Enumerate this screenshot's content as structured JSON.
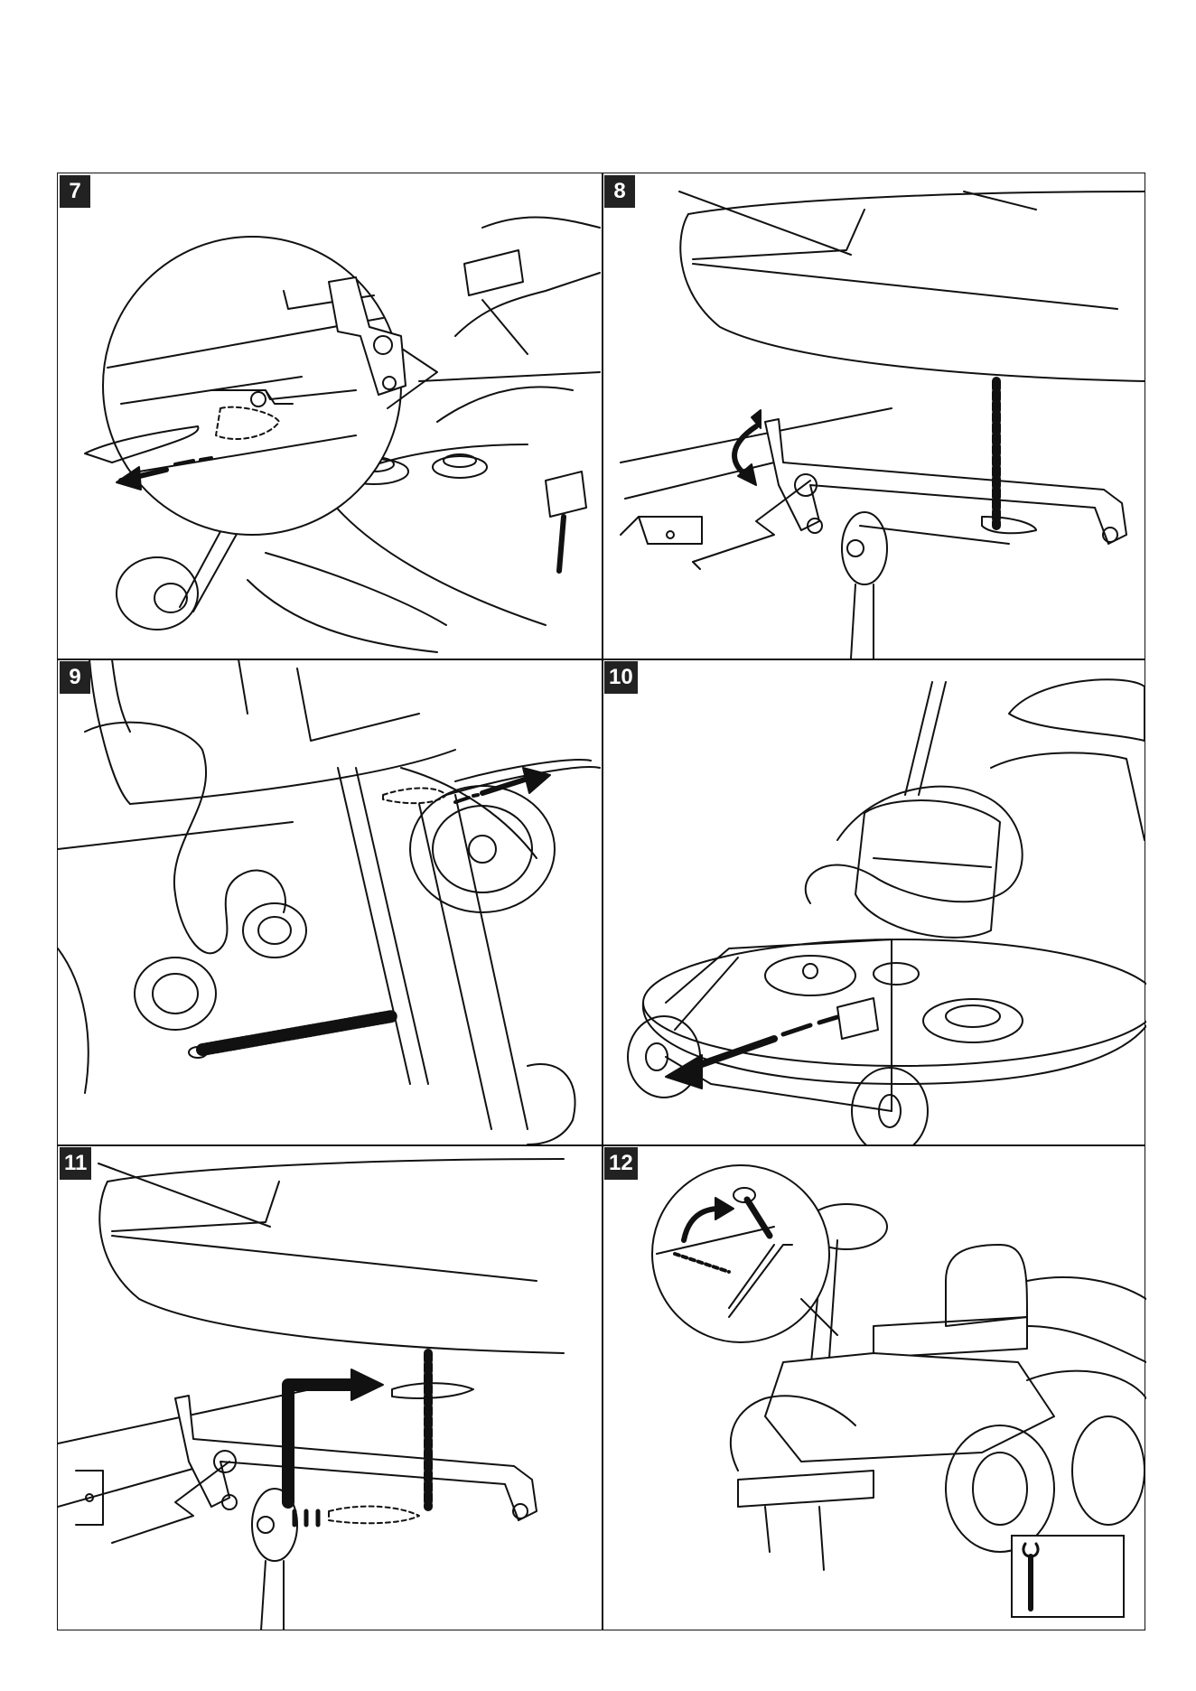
{
  "steps": [
    {
      "number": "7",
      "icon": "hitch-pin-removal-illustration"
    },
    {
      "number": "8",
      "icon": "lift-arm-lowering-illustration"
    },
    {
      "number": "9",
      "icon": "belt-spring-release-illustration"
    },
    {
      "number": "10",
      "icon": "deck-pull-forward-illustration"
    },
    {
      "number": "11",
      "icon": "chain-pin-removal-illustration"
    },
    {
      "number": "12",
      "icon": "cutting-height-lever-illustration"
    }
  ],
  "colors": {
    "line": "#111111",
    "fill": "#ffffff",
    "label_bg": "#222222",
    "label_text": "#ffffff"
  },
  "tool_icon": "wrench-icon"
}
